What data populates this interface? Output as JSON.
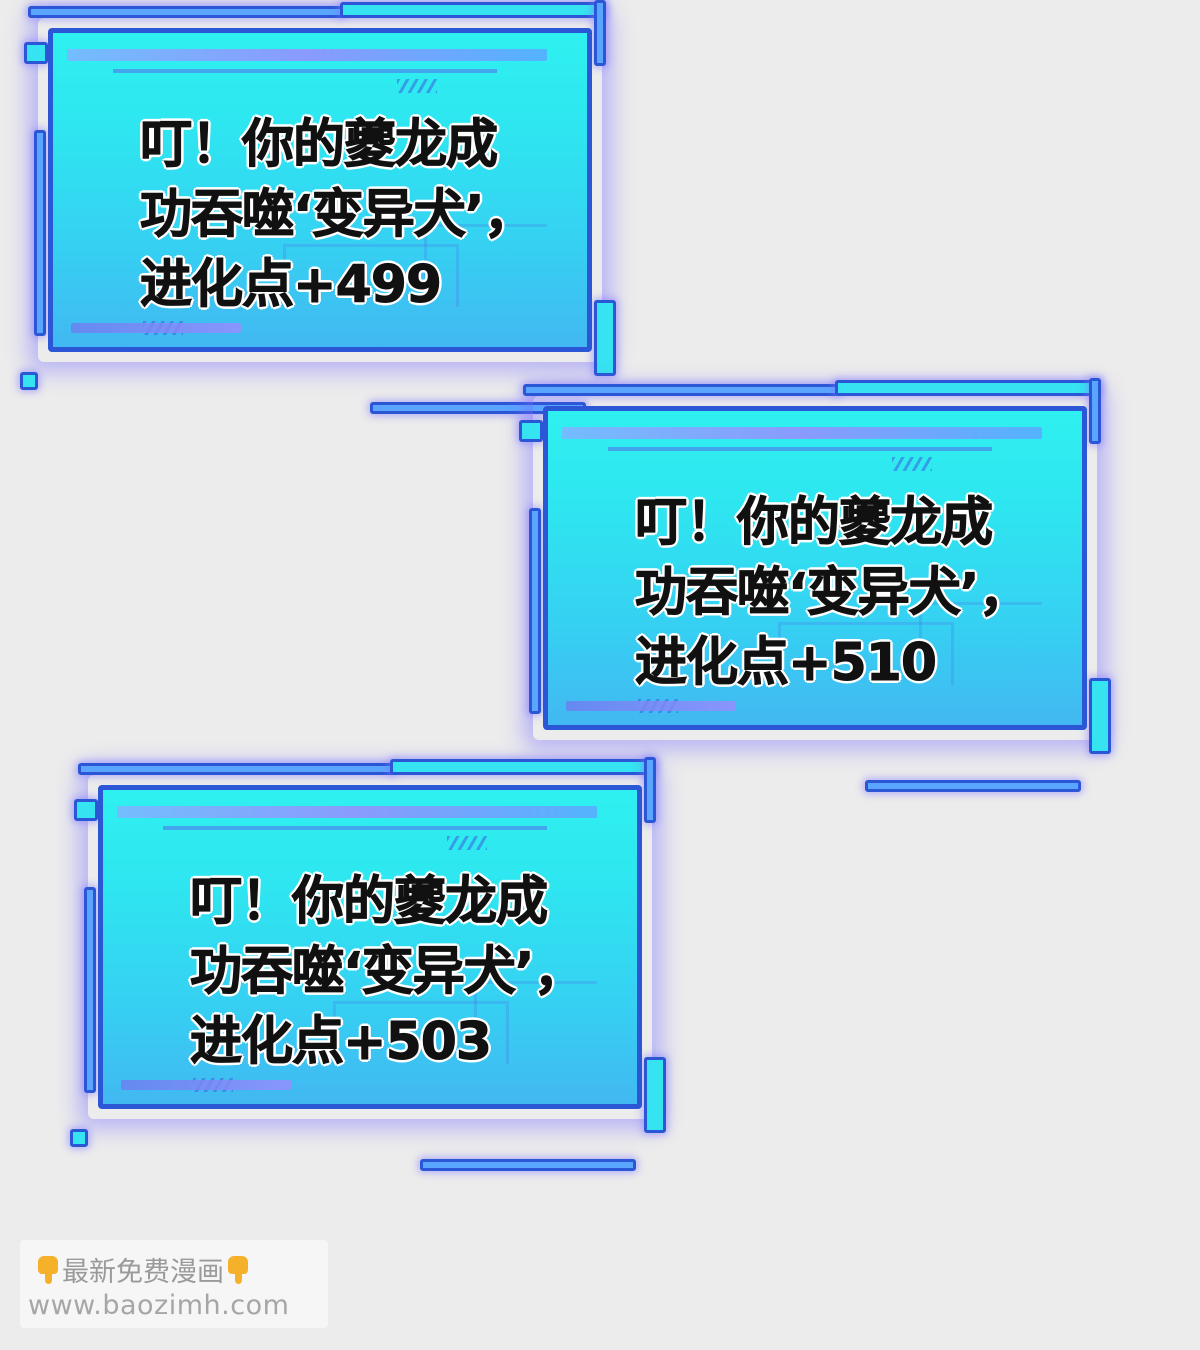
{
  "panels": [
    {
      "lines": [
        "叮！你的夔龙成",
        "功吞噬‘变异犬’，",
        "进化点+499"
      ]
    },
    {
      "lines": [
        "叮！你的夔龙成",
        "功吞噬‘变异犬’，",
        "进化点+510"
      ]
    },
    {
      "lines": [
        "叮！你的夔龙成",
        "功吞噬‘变异犬’，",
        "进化点+503"
      ]
    }
  ],
  "watermark": {
    "title": "最新免费漫画",
    "url": "www.baozimh.com",
    "icon": "pointing-hand-icon",
    "icon_color": "#f5b12a"
  },
  "colors": {
    "background": "#ececec",
    "panel_top": "#2ff0f0",
    "panel_bottom": "#42b8f2",
    "frame": "#2b56d6",
    "glow": "#7a6eff",
    "text": "#111111"
  }
}
